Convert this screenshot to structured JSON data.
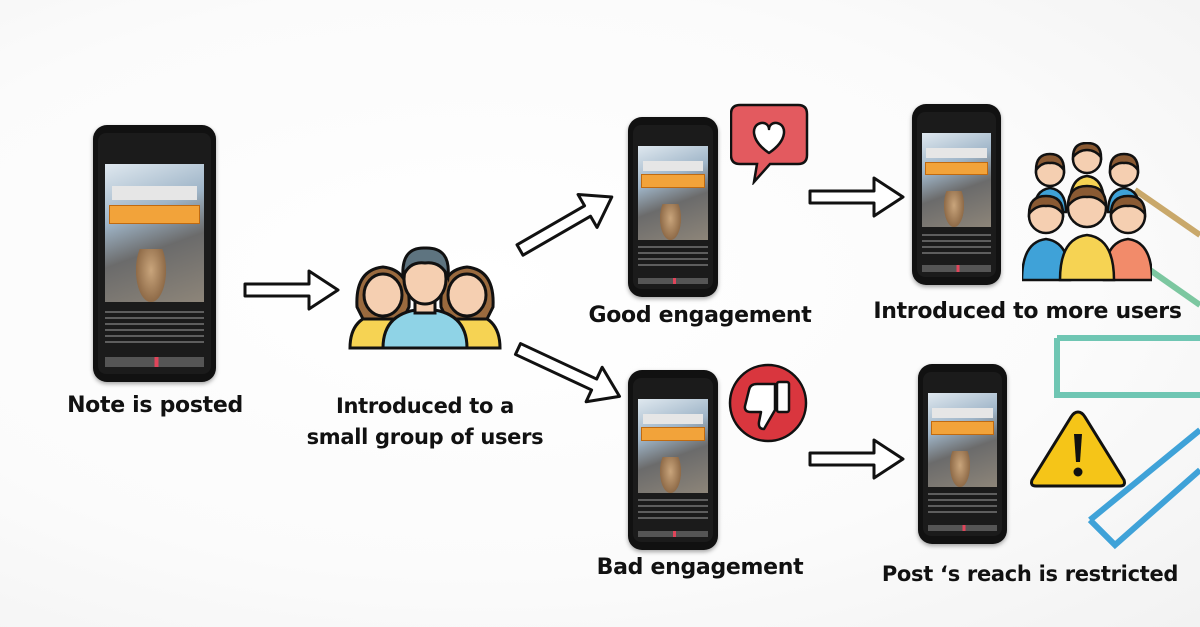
{
  "steps": {
    "posted": "Note is posted",
    "small_group_line1": "Introduced to a",
    "small_group_line2": "small group of users",
    "good": "Good engagement",
    "more_users": "Introduced to more users",
    "bad": "Bad engagement",
    "restricted": "Post ‘s reach is restricted"
  },
  "icons": {
    "heart": "heart-speech-bubble-icon",
    "thumbs_down": "thumbs-down-icon",
    "warning": "warning-triangle-icon",
    "small_group": "user-group-icon",
    "large_group": "crowd-icon"
  },
  "colors": {
    "heart_bubble": "#e35a5f",
    "thumbs_down": "#d9363e",
    "warning": "#f5c518",
    "decor_green": "#7cc7a0",
    "decor_blue": "#3fa2d8"
  }
}
